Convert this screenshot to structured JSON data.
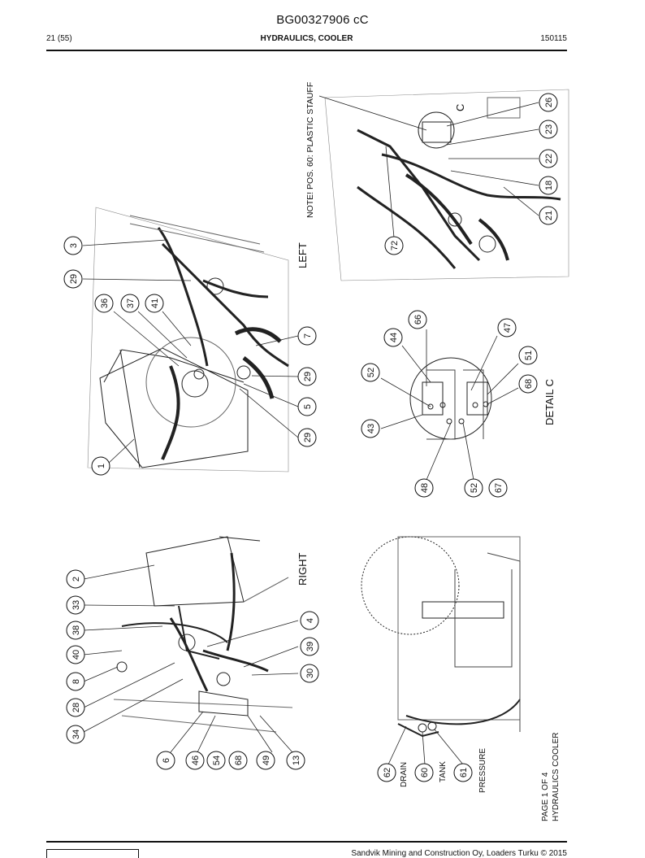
{
  "header": {
    "doc_id": "BG00327906 cC",
    "page_indicator": "21 (55)",
    "section_title": "HYDRAULICS, COOLER",
    "date_code": "150115"
  },
  "views": {
    "left_label": "LEFT",
    "right_label": "RIGHT",
    "detail_label": "DETAIL C",
    "detail_marker": "C",
    "note": "NOTE! POS. 60: PLASTIC STAUFF"
  },
  "port_labels": {
    "drain": "DRAIN",
    "tank": "TANK",
    "pressure": "PRESSURE"
  },
  "balloons": {
    "left_view": [
      "3",
      "29",
      "36",
      "37",
      "41",
      "7",
      "29",
      "5",
      "29",
      "1"
    ],
    "left_upper_view": [
      "26",
      "23",
      "22",
      "18",
      "21",
      "72"
    ],
    "detail_c": [
      "66",
      "44",
      "47",
      "52",
      "51",
      "68",
      "43",
      "48",
      "52",
      "67"
    ],
    "right_view": [
      "2",
      "33",
      "38",
      "40",
      "8",
      "28",
      "34",
      "4",
      "39",
      "30",
      "6",
      "46",
      "54",
      "68",
      "49",
      "13"
    ],
    "bottom_view": [
      "62",
      "60",
      "61"
    ]
  },
  "page_footer": {
    "page_of": "PAGE 1 OF 4",
    "page_title": "HYDRAULICS COOLER",
    "copyright": "Sandvik Mining and Construction Oy, Loaders Turku © 2015"
  }
}
